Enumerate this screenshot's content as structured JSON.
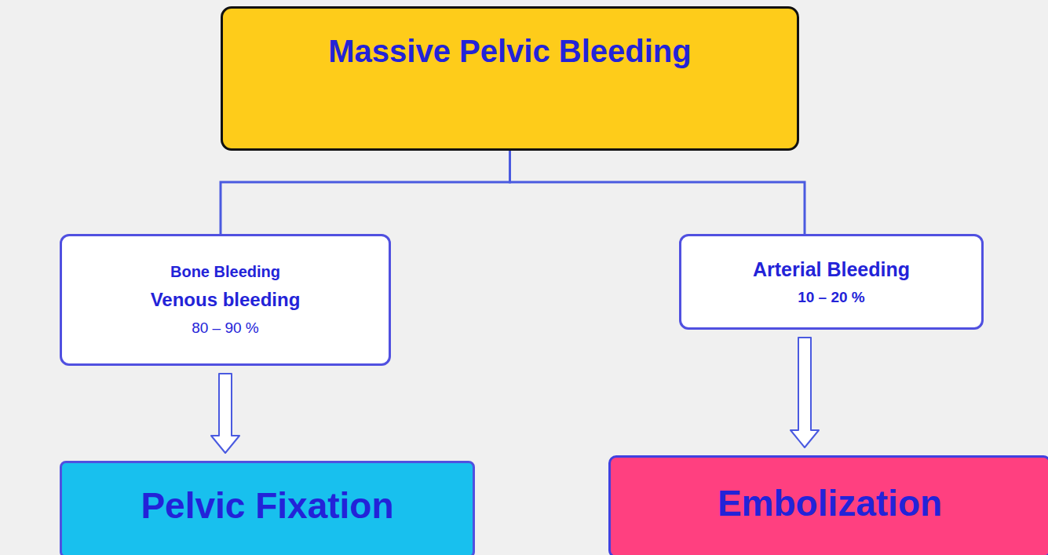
{
  "diagram": {
    "nodes": [
      {
        "text": [
          "Massive Pelvic Bleeding"
        ]
      },
      {
        "text": [
          "Bone Bleeding",
          "Venous bleeding",
          "80 – 90 %"
        ]
      },
      {
        "text": [
          "Arterial Bleeding",
          "10 – 20 %"
        ]
      },
      {
        "text": [
          "Pelvic Fixation"
        ]
      },
      {
        "text": [
          "Embolization"
        ]
      }
    ],
    "edges": [
      {
        "from": 0,
        "to": 1,
        "arrow": "none"
      },
      {
        "from": 0,
        "to": 2,
        "arrow": "none"
      },
      {
        "from": 1,
        "to": 3,
        "arrow": "to"
      },
      {
        "from": 2,
        "to": 4,
        "arrow": "to"
      }
    ]
  }
}
